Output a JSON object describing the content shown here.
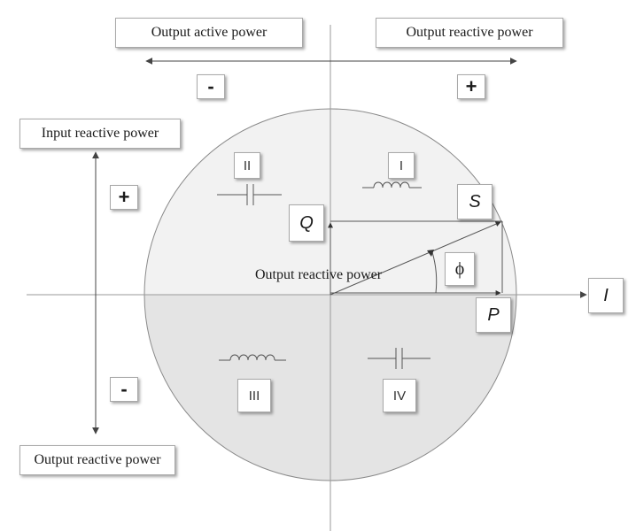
{
  "labels": {
    "top_left": "Output active power",
    "top_right": "Output reactive power",
    "left_top": "Input reactive power",
    "left_bottom": "Output reactive power",
    "center": "Output reactive power"
  },
  "signs": {
    "horizontal_negative": "-",
    "horizontal_positive": "+",
    "vertical_positive": "+",
    "vertical_negative": "-"
  },
  "quadrants": {
    "q1": "I",
    "q2": "II",
    "q3": "III",
    "q4": "IV"
  },
  "vectors": {
    "s": "S",
    "q": "Q",
    "p": "P",
    "i": "I",
    "phi": "ϕ"
  },
  "icons": {
    "q1": "inductor-icon",
    "q2": "capacitor-icon",
    "q3": "inductor-icon",
    "q4": "capacitor-icon"
  },
  "colors": {
    "circle_top": "#f2f2f2",
    "circle_bottom": "#e4e4e4",
    "axis": "#9a9a9a",
    "vector": "#555555"
  }
}
